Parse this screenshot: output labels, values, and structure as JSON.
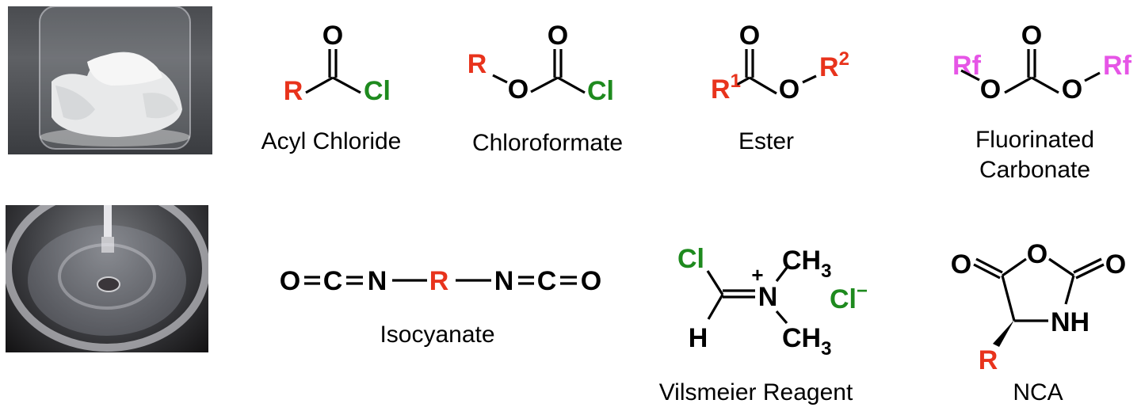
{
  "colors": {
    "r_group": "#e8331c",
    "chlorine": "#1e8a1e",
    "fluoro_r": "#e655e6",
    "bond": "#000000"
  },
  "photos": [
    {
      "name": "solid-sample-photo",
      "description": "white crystalline solid in glass vial"
    },
    {
      "name": "liquid-sample-photo",
      "description": "clear liquid in round glass flask"
    }
  ],
  "structures": {
    "acyl_chloride": {
      "label": "Acyl Chloride",
      "atoms": {
        "o": "O",
        "r": "R",
        "cl": "Cl"
      }
    },
    "chloroformate": {
      "label": "Chloroformate",
      "atoms": {
        "o_top": "O",
        "r": "R",
        "o": "O",
        "cl": "Cl"
      }
    },
    "ester": {
      "label": "Ester",
      "atoms": {
        "o_top": "O",
        "r1": "R",
        "r1_sup": "1",
        "o": "O",
        "r2": "R",
        "r2_sup": "2"
      }
    },
    "fluorinated_carbonate": {
      "label_line1": "Fluorinated",
      "label_line2": "Carbonate",
      "atoms": {
        "o_top": "O",
        "rf_left": "Rf",
        "o_left": "O",
        "o_right": "O",
        "rf_right": "Rf"
      }
    },
    "isocyanate": {
      "label": "Isocyanate",
      "atoms": {
        "o1": "O",
        "c1": "C",
        "n1": "N",
        "r": "R",
        "n2": "N",
        "c2": "C",
        "o2": "O"
      }
    },
    "vilsmeier": {
      "label": "Vilsmeier Reagent",
      "atoms": {
        "cl": "Cl",
        "h": "H",
        "n": "N",
        "plus": "+",
        "ch3_top": "CH",
        "ch3_top_sub": "3",
        "ch3_bottom": "CH",
        "ch3_bottom_sub": "3",
        "counter_ion": "Cl",
        "counter_charge": "−"
      }
    },
    "nca": {
      "label": "NCA",
      "atoms": {
        "o_left": "O",
        "o_ring": "O",
        "o_right": "O",
        "nh": "NH",
        "r": "R"
      }
    }
  }
}
